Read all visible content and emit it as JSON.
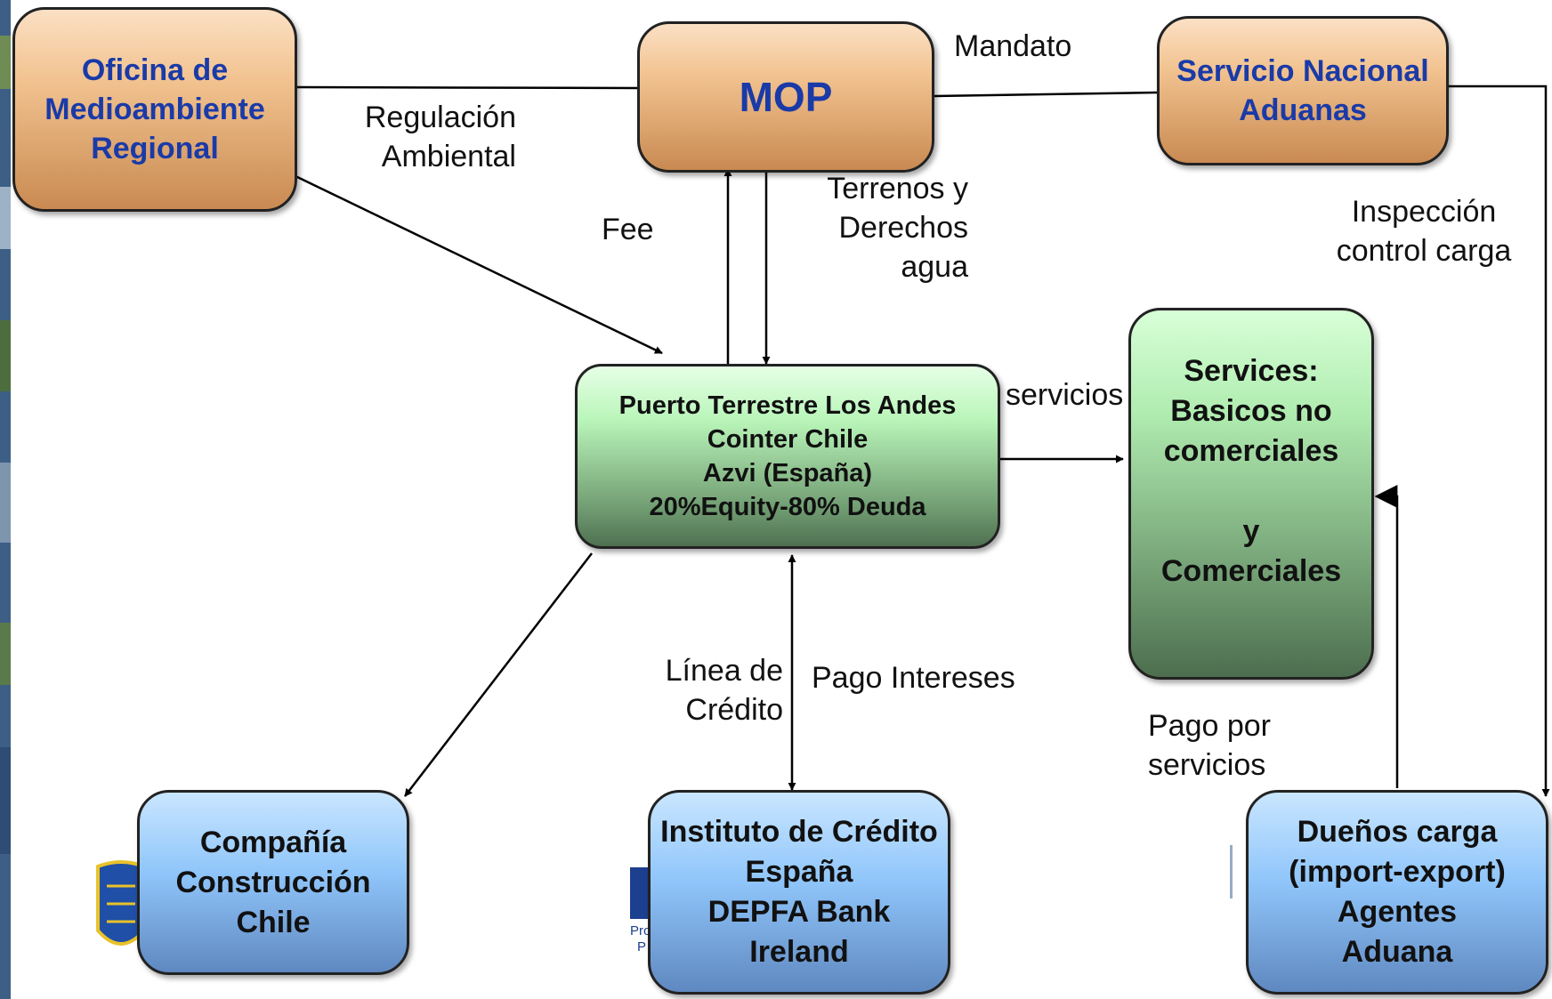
{
  "nodes": {
    "oficina": [
      "Oficina de",
      "Medioambiente",
      "Regional"
    ],
    "mop": [
      "MOP"
    ],
    "aduanas": [
      "Servicio Nacional",
      "Aduanas"
    ],
    "puerto": [
      "Puerto Terrestre Los Andes",
      "Cointer Chile",
      "Azvi (España)",
      "20%Equity-80% Deuda"
    ],
    "services": [
      "Services:",
      "Basicos no",
      "comerciales",
      "",
      "y",
      "Comerciales"
    ],
    "compania": [
      "Compañía",
      "Construcción",
      "Chile"
    ],
    "instituto": [
      "Instituto de Crédito",
      "España",
      "DEPFA Bank",
      "Ireland"
    ],
    "duenos": [
      "Dueños carga",
      "(import-export)",
      "Agentes",
      "Aduana"
    ]
  },
  "labels": {
    "mandato": "Mandato",
    "regulacion": [
      "Regulación",
      "Ambiental"
    ],
    "fee": "Fee",
    "terrenos": [
      "Terrenos y",
      "Derechos",
      "agua"
    ],
    "inspeccion": [
      "Inspección",
      "control carga"
    ],
    "servicios": "servicios",
    "linea": [
      "Línea de",
      "Crédito"
    ],
    "pago_intereses": "Pago Intereses",
    "pago_servicios": [
      "Pago por",
      "servicios"
    ]
  },
  "partial_logo_text": [
    "Pro",
    "P"
  ],
  "colors": {
    "orange_node_text": "#1a3aa8",
    "green_node_text": "#111111",
    "blue_node_text": "#111111",
    "edge": "#000000"
  }
}
